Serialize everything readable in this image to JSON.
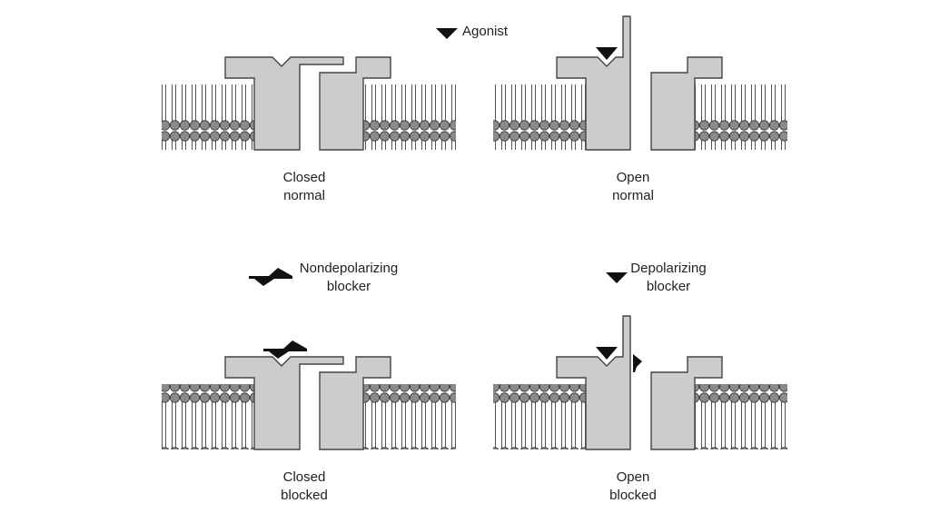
{
  "legend": {
    "agonist": "Agonist",
    "nondepolarizing": [
      "Nondepolarizing",
      "blocker"
    ],
    "depolarizing": [
      "Depolarizing",
      "blocker"
    ]
  },
  "panels": [
    {
      "id": "closed-normal",
      "state_line1": "Closed",
      "state_line2": "normal"
    },
    {
      "id": "open-normal",
      "state_line1": "Open",
      "state_line2": "normal"
    },
    {
      "id": "closed-blocked",
      "state_line1": "Closed",
      "state_line2": "blocked"
    },
    {
      "id": "open-blocked",
      "state_line1": "Open",
      "state_line2": "blocked"
    }
  ],
  "colors": {
    "protein_fill": "#cccccc",
    "outline": "#444444",
    "lipid_head": "#8a8a8a",
    "ligand": "#111111"
  }
}
